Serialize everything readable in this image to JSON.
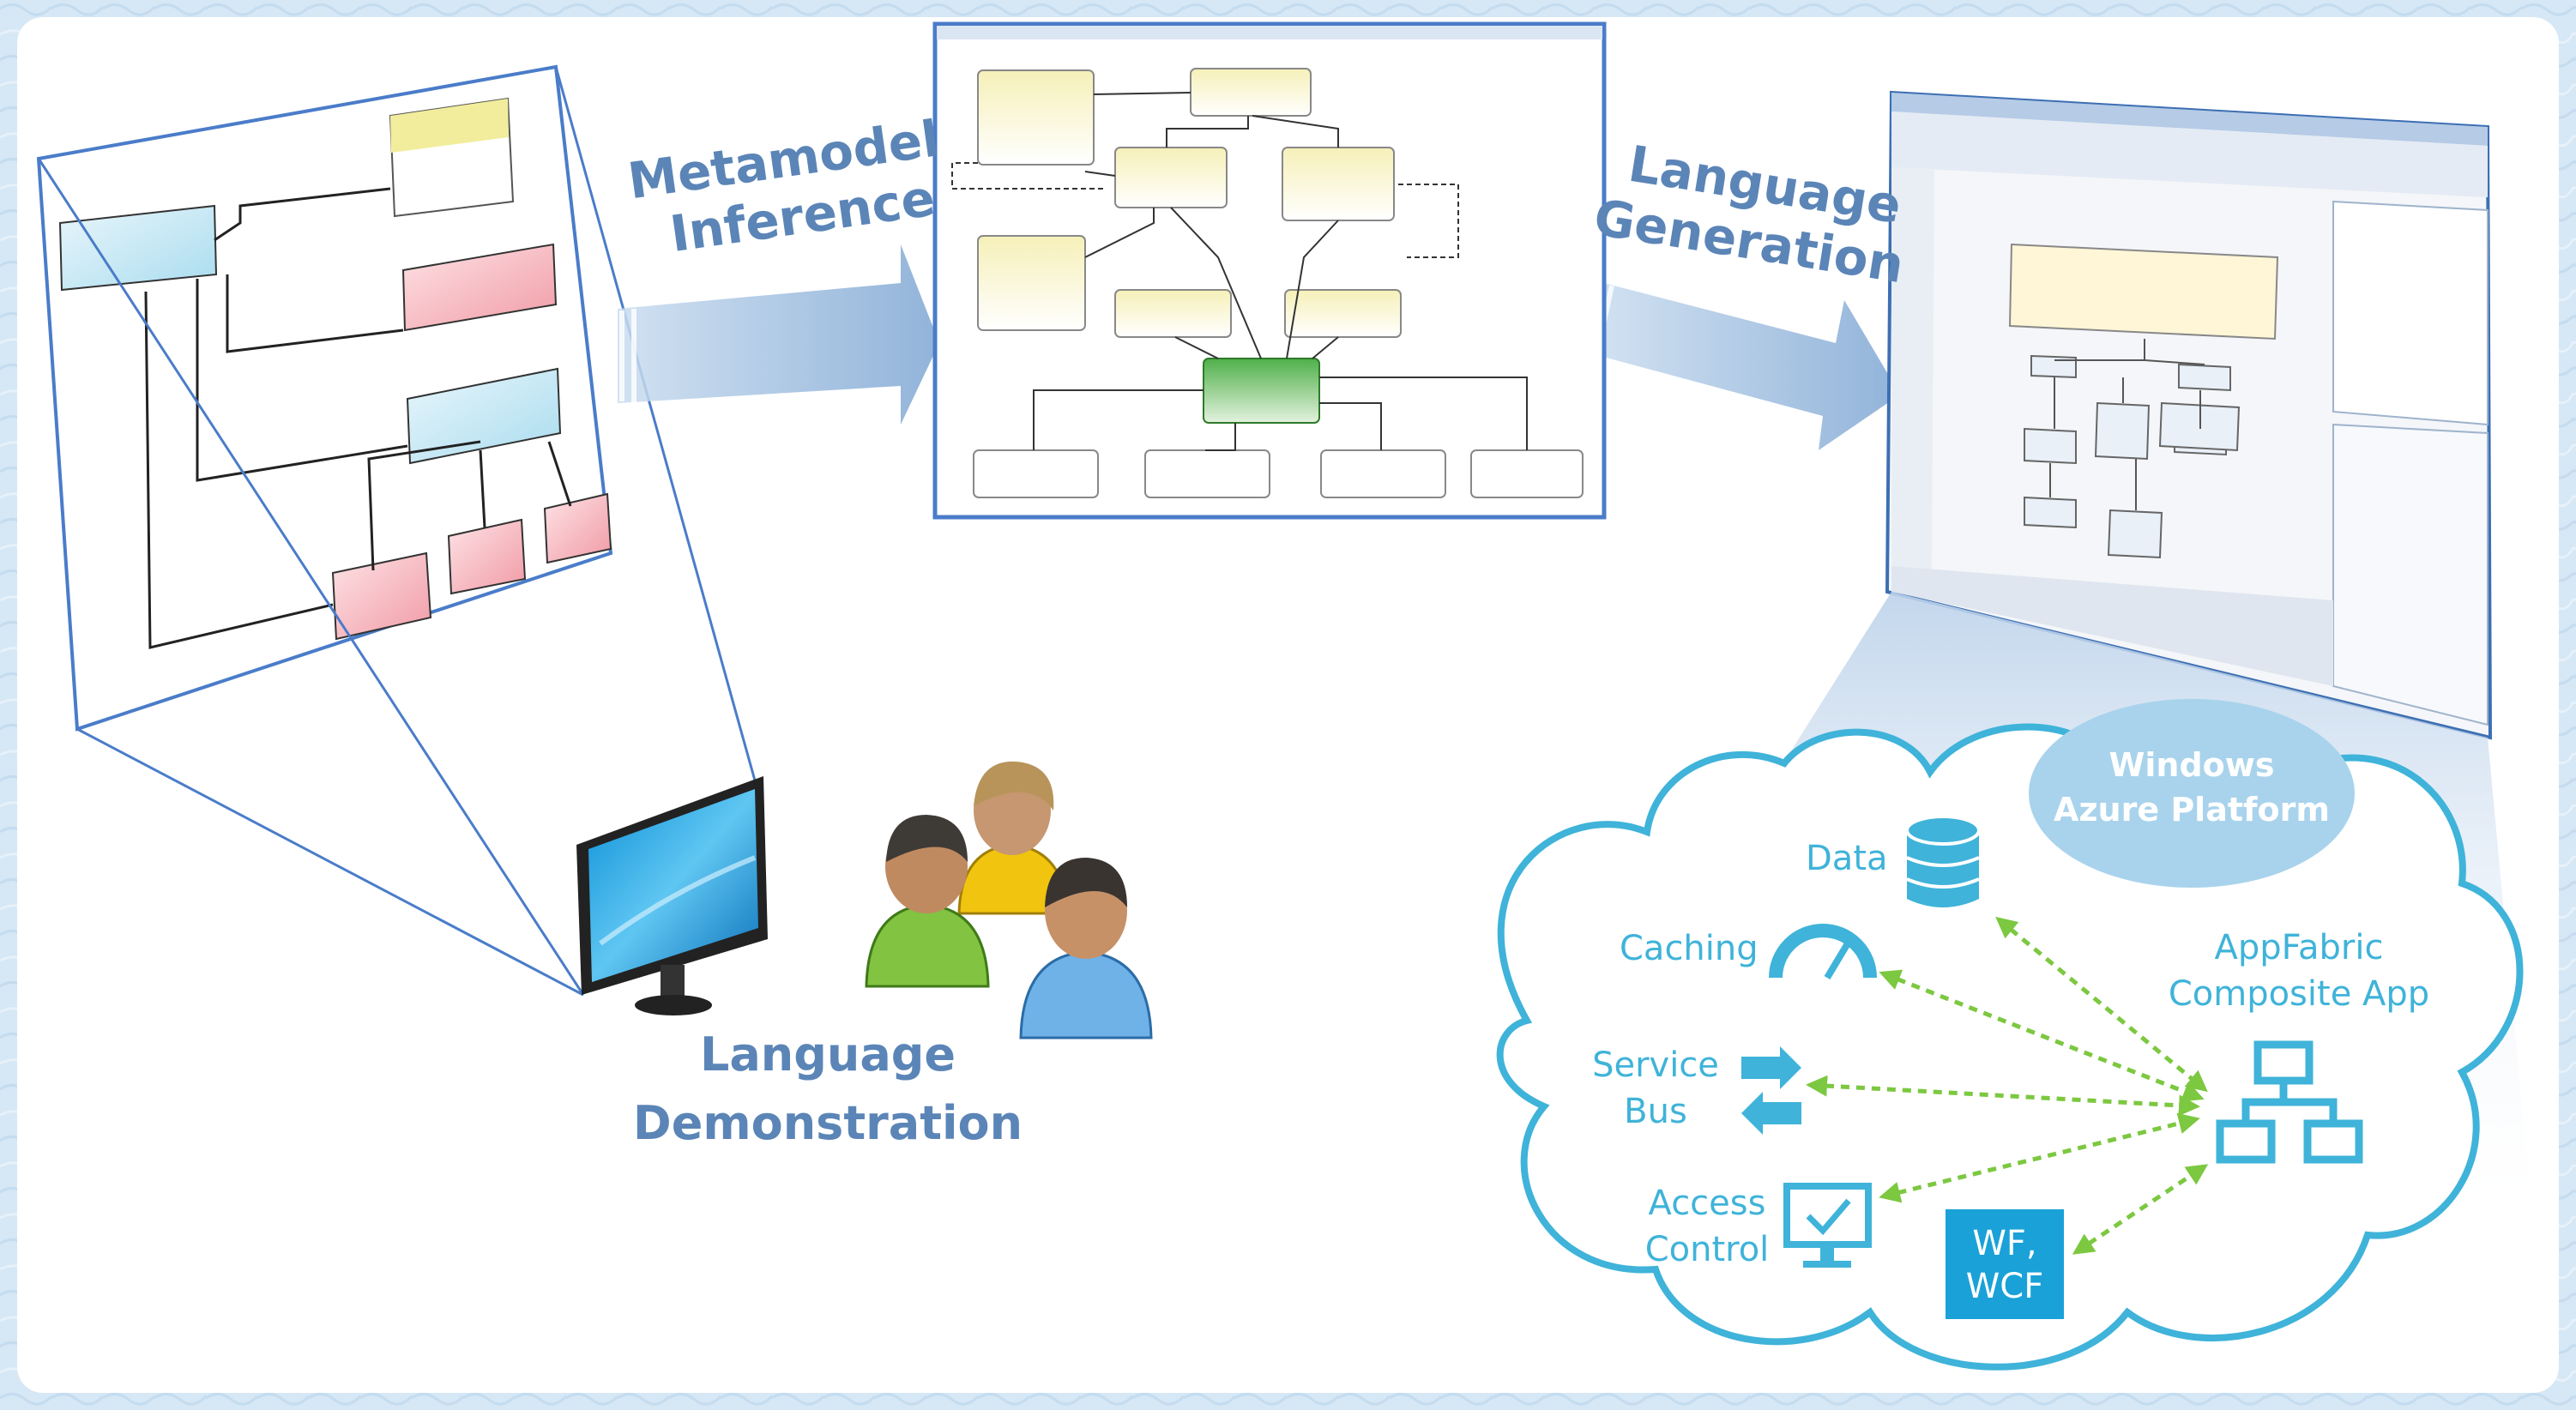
{
  "steps": {
    "metamodel_inference": [
      "Metamodel",
      "Inference"
    ],
    "language_generation": [
      "Language",
      "Generation"
    ],
    "language_demonstration": [
      "Language",
      "Demonstration"
    ]
  },
  "cloud": {
    "platform": [
      "Windows",
      "Azure Platform"
    ],
    "services": {
      "data": "Data",
      "caching": "Caching",
      "service_bus": [
        "Service",
        "Bus"
      ],
      "access_control": [
        "Access",
        "Control"
      ],
      "wf_wcf": [
        "WF,",
        "WCF"
      ]
    },
    "app": [
      "AppFabric",
      "Composite App"
    ]
  },
  "colors": {
    "background": "#d9e9f6",
    "label_steel": "#5b85b7",
    "cloud_blue": "#3fb3d9",
    "arrow_green": "#7cc840",
    "frame_blue": "#4a7cc9"
  },
  "icons": [
    "database-icon",
    "gauge-icon",
    "arrows-icon",
    "monitor-check-icon",
    "hierarchy-icon",
    "users-icon",
    "monitor-icon"
  ]
}
